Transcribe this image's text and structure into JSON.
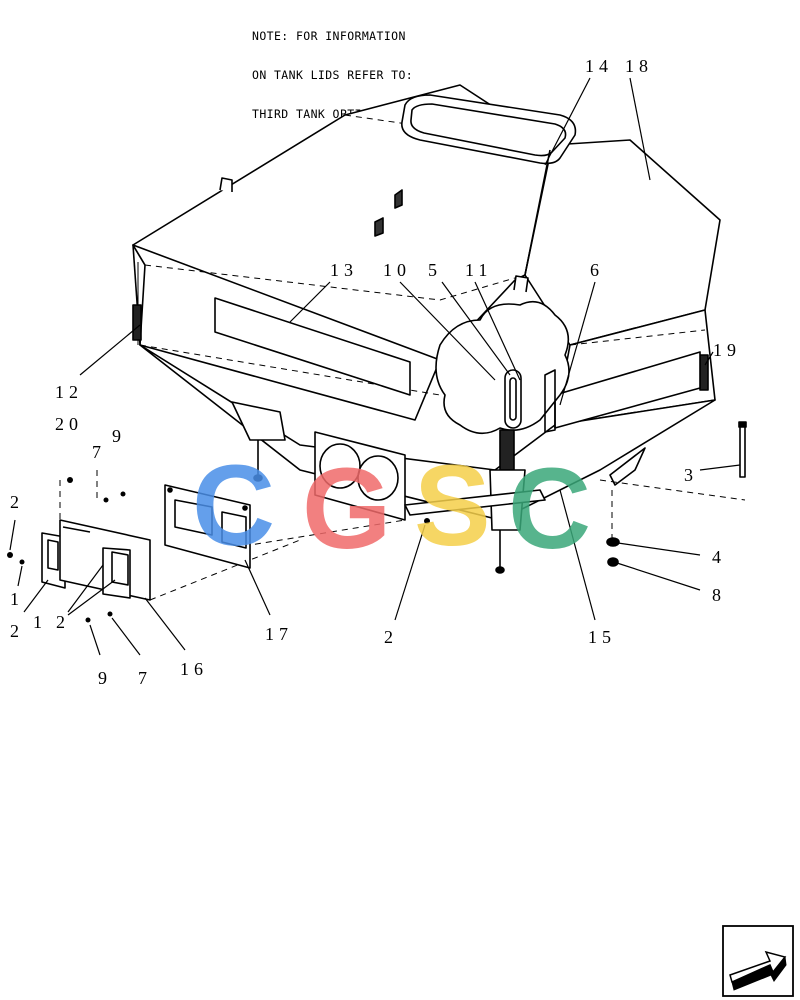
{
  "note": {
    "lines": [
      "NOTE: FOR INFORMATION",
      "ON TANK LIDS REFER TO:",
      "THIRD TANK OPTION - TANK LIDS"
    ]
  },
  "callouts": {
    "c14": "14",
    "c18": "18",
    "c13": "13",
    "c10": "10",
    "c5": "5",
    "c11": "11",
    "c6": "6",
    "c19": "19",
    "c12": "12",
    "c20": "20",
    "c7a": "7",
    "c9a": "9",
    "c2a": "2",
    "c1a": "1",
    "c2b": "2",
    "c1b": "1",
    "c2c": "2",
    "c9b": "9",
    "c7b": "7",
    "c16": "16",
    "c17": "17",
    "c2d": "2",
    "c15": "15",
    "c3": "3",
    "c4": "4",
    "c8": "8"
  },
  "watermark": {
    "letters": [
      "C",
      "G",
      "S",
      "C"
    ],
    "colors": [
      "#4a8fe8",
      "#f06a6a",
      "#f5cf4a",
      "#3aa87a"
    ]
  },
  "icons": {
    "nav": "next-page-arrow-icon"
  }
}
